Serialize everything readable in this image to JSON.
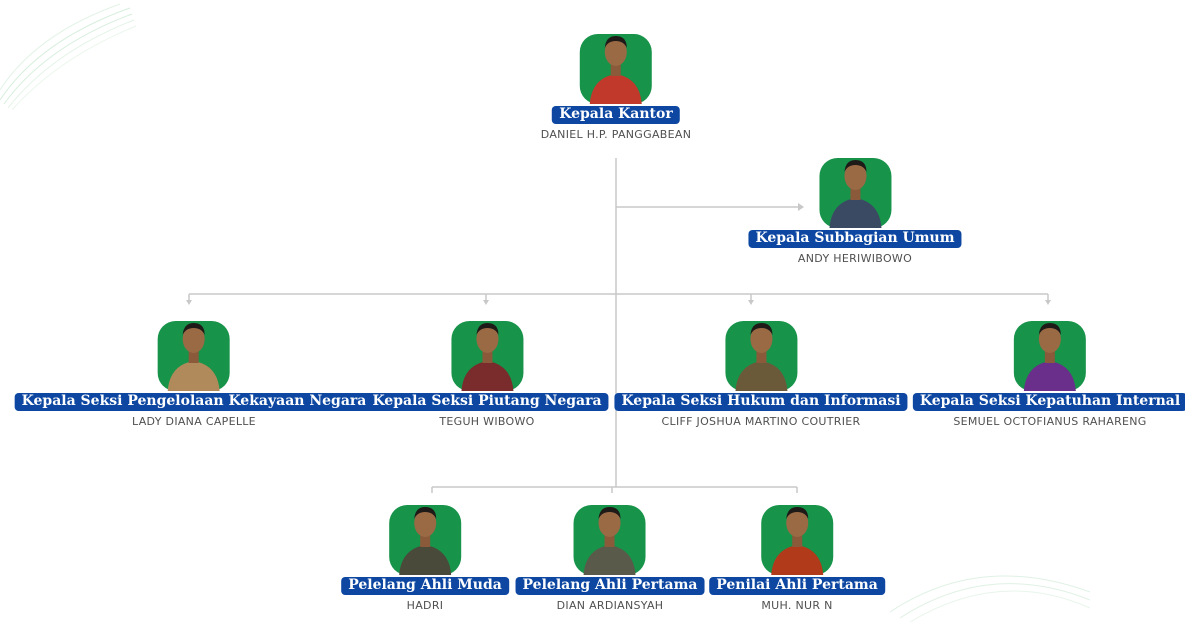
{
  "colors": {
    "title_bg": "#0d47a1",
    "title_text": "#ffffff",
    "photo_bg": "#17934a",
    "connector": "#c8c8c8",
    "name_text": "#505050"
  },
  "nodes": [
    {
      "id": "kepala-kantor",
      "title": "Kepala Kantor",
      "name": "DANIEL H.P. PANGGABEAN",
      "shirt": "#c0392b",
      "icon": "person-photo"
    },
    {
      "id": "kepala-subbagian-umum",
      "title": "Kepala Subbagian Umum",
      "name": "ANDY HERIWIBOWO",
      "shirt": "#3b4a63",
      "icon": "person-photo"
    },
    {
      "id": "kepala-seksi-pkn",
      "title": "Kepala Seksi Pengelolaan Kekayaan Negara",
      "name": "LADY DIANA CAPELLE",
      "shirt": "#b08a5a",
      "icon": "person-photo"
    },
    {
      "id": "kepala-seksi-piutang",
      "title": "Kepala Seksi Piutang Negara",
      "name": "TEGUH WIBOWO",
      "shirt": "#7a2b2b",
      "icon": "person-photo"
    },
    {
      "id": "kepala-seksi-hukum",
      "title": "Kepala Seksi Hukum dan Informasi",
      "name": "CLIFF JOSHUA MARTINO COUTRIER",
      "shirt": "#6b5a3a",
      "icon": "person-photo"
    },
    {
      "id": "kepala-seksi-kepatuhan",
      "title": "Kepala Seksi Kepatuhan Internal",
      "name": "SEMUEL OCTOFIANUS RAHARENG",
      "shirt": "#6a2f8a",
      "icon": "person-photo"
    },
    {
      "id": "pelelang-ahli-muda",
      "title": "Pelelang Ahli Muda",
      "name": "HADRI",
      "shirt": "#4a4a3a",
      "icon": "person-photo"
    },
    {
      "id": "pelelang-ahli-pertama",
      "title": "Pelelang Ahli Pertama",
      "name": "DIAN ARDIANSYAH",
      "shirt": "#5a5a4a",
      "icon": "person-photo"
    },
    {
      "id": "penilai-ahli-pertama",
      "title": "Penilai Ahli Pertama",
      "name": "MUH. NUR N",
      "shirt": "#b03a1a",
      "icon": "person-photo"
    }
  ]
}
